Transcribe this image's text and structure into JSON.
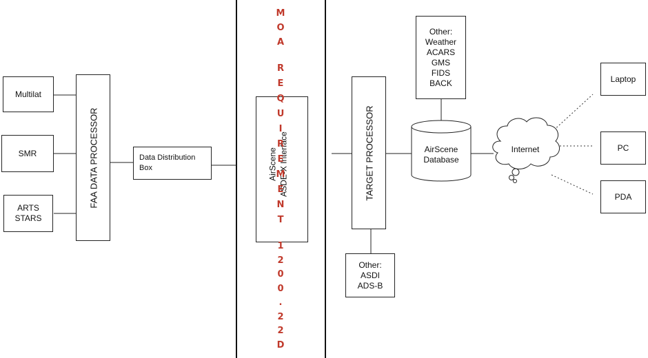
{
  "sources": {
    "multilat": "Multilat",
    "smr": "SMR",
    "arts_stars": "ARTS\nSTARS"
  },
  "faa_processor": "FAA DATA PROCESSOR",
  "data_distribution_box": "Data Distribution\nBox",
  "interface_box": {
    "line1": "AirScene",
    "line2": "ASDE-X Interface"
  },
  "moa_stamp": "MOA REQUIREMENT 1200.22D",
  "moa_columns": {
    "col1": [
      "M",
      "O",
      "A"
    ],
    "col2": [
      "R",
      "E",
      "Q",
      "U",
      "I",
      "R",
      "E",
      "M",
      "E",
      "N",
      "T"
    ],
    "col3": [
      "1",
      "2",
      "0",
      "0",
      ".",
      "2",
      "2",
      "D"
    ]
  },
  "target_processor": "TARGET PROCESSOR",
  "other_top": "Other:\nWeather\nACARS\nGMS\nFIDS\nBACK",
  "other_bottom": "Other:\nASDI\nADS-B",
  "database": "AirScene\nDatabase",
  "internet": "Internet",
  "clients": {
    "laptop": "Laptop",
    "pc": "PC",
    "pda": "PDA"
  },
  "colors": {
    "stamp": "#c0392b",
    "line": "#222222"
  }
}
